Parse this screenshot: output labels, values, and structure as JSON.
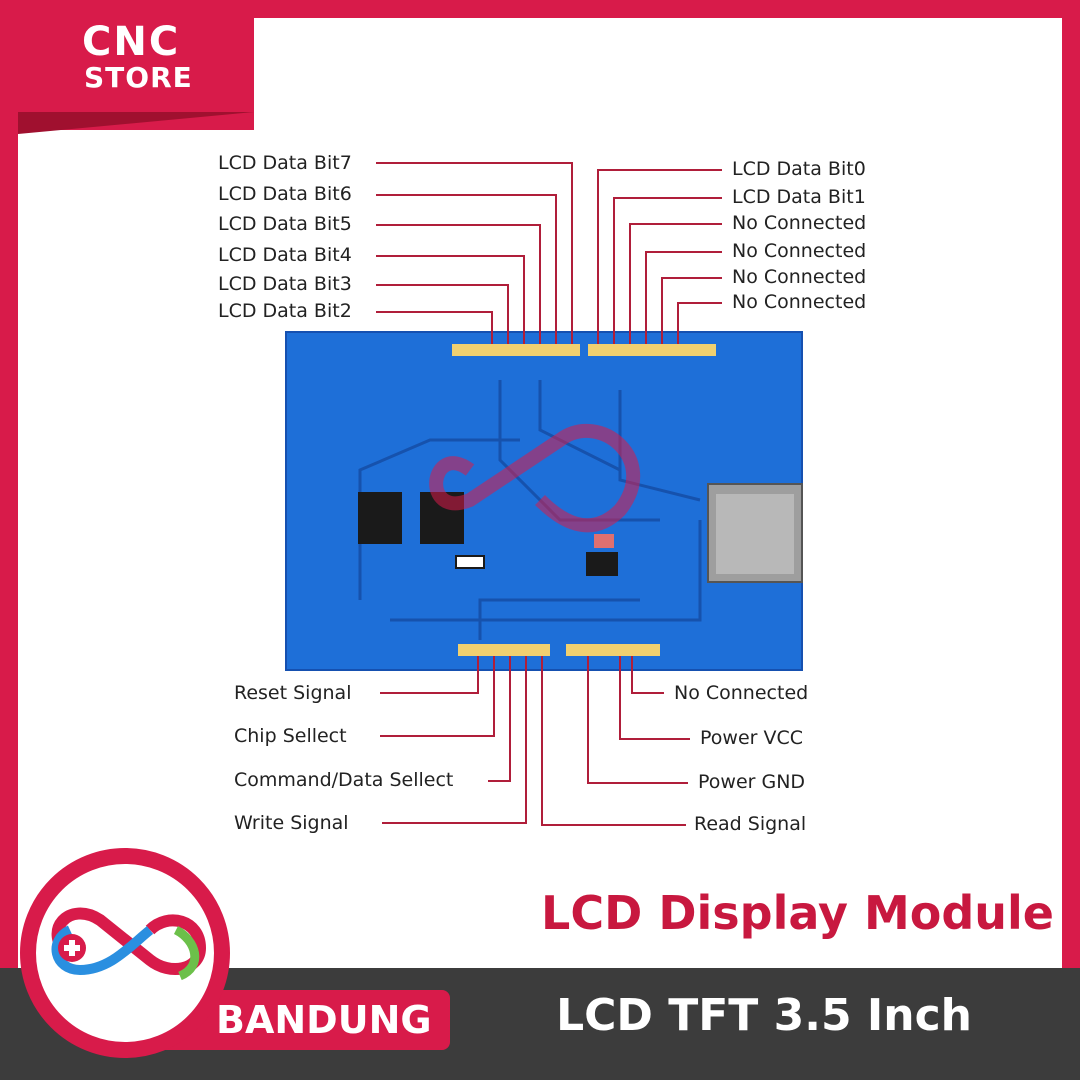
{
  "brand": {
    "line1": "CNC",
    "line2": "STORE"
  },
  "pins_top_left": [
    "LCD Data Bit7",
    "LCD Data Bit6",
    "LCD Data Bit5",
    "LCD Data Bit4",
    "LCD Data Bit3",
    "LCD Data Bit2"
  ],
  "pins_top_right": [
    "LCD Data Bit0",
    "LCD Data Bit1",
    "No Connected",
    "No Connected",
    "No Connected",
    "No Connected"
  ],
  "pins_bottom_left": [
    "Reset Signal",
    "Chip Sellect",
    "Command/Data Sellect",
    "Write Signal"
  ],
  "pins_bottom_right": [
    "No Connected",
    "Power VCC",
    "Power GND",
    "Read Signal"
  ],
  "title": "LCD Display Module",
  "subtitle": "LCD TFT 3.5 Inch",
  "location": "BANDUNG",
  "colors": {
    "accent": "#d81b4a",
    "pcb": "#1e6fd8",
    "leader": "#b01e3a",
    "dark": "#3c3c3c"
  }
}
